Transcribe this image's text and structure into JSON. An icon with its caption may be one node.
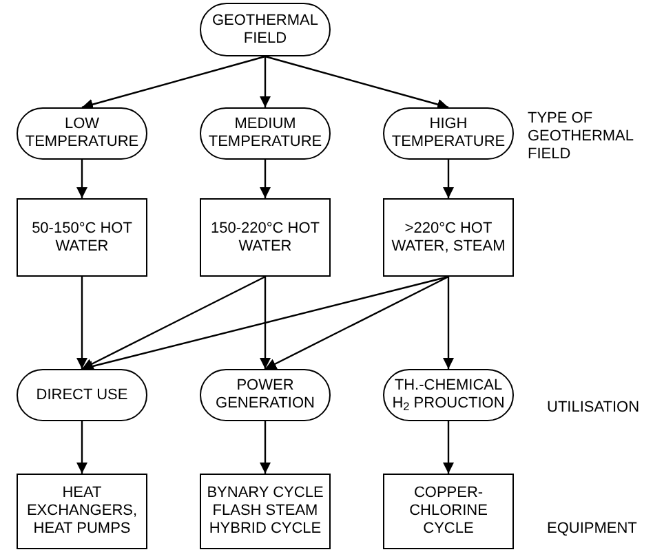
{
  "diagram": {
    "nodes": [
      {
        "text": [
          "GEOTHERMAL FIELD"
        ]
      },
      {
        "text": [
          "LOW TEMPERATURE"
        ]
      },
      {
        "text": [
          "MEDIUM TEMPERATURE"
        ]
      },
      {
        "text": [
          "HIGH TEMPERATURE"
        ]
      },
      {
        "text": [
          "50-150°C HOT WATER"
        ]
      },
      {
        "text": [
          "150-220°C HOT WATER"
        ]
      },
      {
        "text": [
          ">220°C HOT WATER, STEAM"
        ]
      },
      {
        "text": [
          "DIRECT USE"
        ]
      },
      {
        "text": [
          "POWER GENERATION"
        ]
      },
      {
        "text": [
          "TH.-CHEMICAL H$_{2}$ PROUCTION"
        ]
      },
      {
        "text": [
          "HEAT EXCHANGERS, HEAT PUMPS"
        ]
      },
      {
        "text": [
          "BYNARY CYCLE FLASH STEAM HYBRID CYCLE"
        ]
      },
      {
        "text": [
          "COPPER-CHLORINE CYCLE"
        ]
      }
    ],
    "edges": [
      {
        "from": 0,
        "to": 1,
        "arrow": "to"
      },
      {
        "from": 0,
        "to": 2,
        "arrow": "to"
      },
      {
        "from": 0,
        "to": 3,
        "arrow": "to"
      },
      {
        "from": 1,
        "to": 4,
        "arrow": "to"
      },
      {
        "from": 2,
        "to": 5,
        "arrow": "to"
      },
      {
        "from": 3,
        "to": 6,
        "arrow": "to"
      },
      {
        "from": 4,
        "to": 7,
        "arrow": "to"
      },
      {
        "from": 5,
        "to": 7,
        "arrow": "to"
      },
      {
        "from": 5,
        "to": 8,
        "arrow": "to"
      },
      {
        "from": 6,
        "to": 7,
        "arrow": "to"
      },
      {
        "from": 6,
        "to": 8,
        "arrow": "to"
      },
      {
        "from": 6,
        "to": 9,
        "arrow": "to"
      },
      {
        "from": 7,
        "to": 10,
        "arrow": "to"
      },
      {
        "from": 8,
        "to": 11,
        "arrow": "to"
      },
      {
        "from": 9,
        "to": 12,
        "arrow": "to"
      }
    ],
    "labels": [
      "TYPE OF GEOTHERMAL FIELD",
      "UTILISATION",
      "EQUIPMENT"
    ]
  }
}
